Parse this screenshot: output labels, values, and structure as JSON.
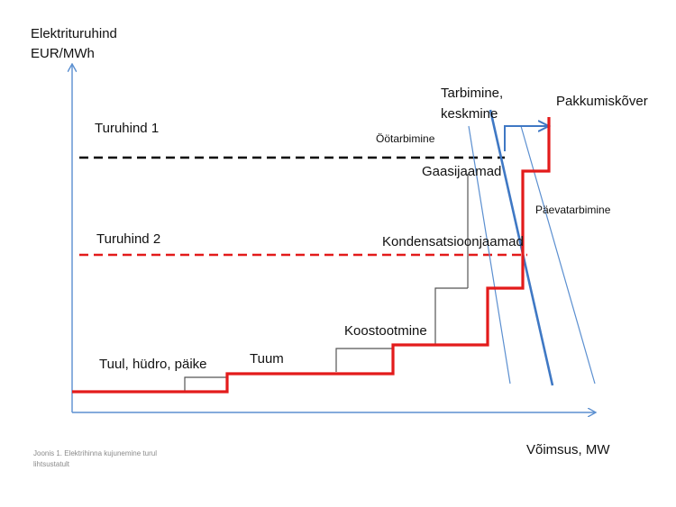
{
  "axes": {
    "y_label_line1": "Elektrituruhind",
    "y_label_line2": "EUR/MWh",
    "x_label": "Võimsus, MW"
  },
  "prices": {
    "price1_label": "Turuhind 1",
    "price2_label": "Turuhind 2"
  },
  "supply": {
    "label": "Pakkumiskõver",
    "steps": [
      {
        "label": "Tuul, hüdro, päike"
      },
      {
        "label": "Tuum"
      },
      {
        "label": "Koostootmine"
      },
      {
        "label": "Kondensatsioonjaamad"
      },
      {
        "label": "Gaasijaamad"
      }
    ]
  },
  "demand": {
    "night_label": "Öötarbimine",
    "avg_label_line1": "Tarbimine,",
    "avg_label_line2": "keskmine",
    "day_label": "Päevatarbimine"
  },
  "caption_line1": "Joonis 1. Elektrihinna kujunemine turul",
  "caption_line2": "lihtsustatult",
  "colors": {
    "axis": "#5b8fd0",
    "supply": "#e31b1b",
    "price1": "#000000",
    "price2": "#e31b1b",
    "demand_thin": "#5b8fd0",
    "demand_avg": "#3f78c4",
    "steps": "#555555"
  }
}
